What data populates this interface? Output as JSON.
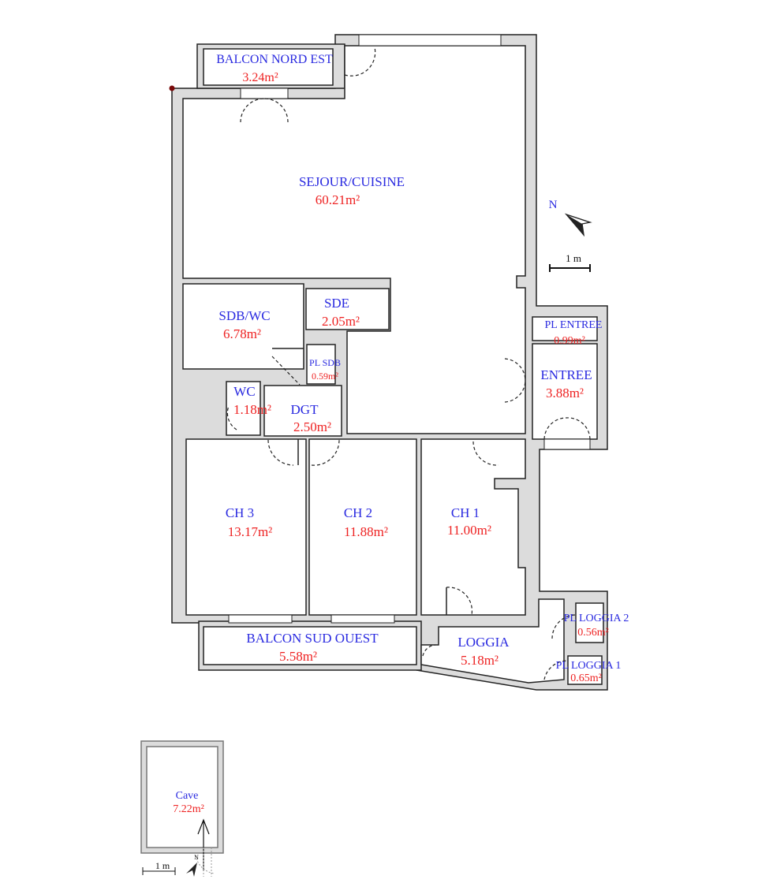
{
  "rooms": {
    "balcon_nord_est": {
      "name": "BALCON NORD EST",
      "area": "3.24m²"
    },
    "sejour": {
      "name": "SEJOUR/CUISINE",
      "area": "60.21m²"
    },
    "sdb_wc": {
      "name": "SDB/WC",
      "area": "6.78m²"
    },
    "sde": {
      "name": "SDE",
      "area": "2.05m²"
    },
    "pl_sdb": {
      "name": "PL SDB",
      "area": "0.59m²"
    },
    "wc": {
      "name": "WC",
      "area": "1.18m²"
    },
    "dgt": {
      "name": "DGT",
      "area": "2.50m²"
    },
    "pl_entree": {
      "name": "PL ENTREE",
      "area": "0.99m²"
    },
    "entree": {
      "name": "ENTREE",
      "area": "3.88m²"
    },
    "ch3": {
      "name": "CH 3",
      "area": "13.17m²"
    },
    "ch2": {
      "name": "CH 2",
      "area": "11.88m²"
    },
    "ch1": {
      "name": "CH 1",
      "area": "11.00m²"
    },
    "balcon_sud_ouest": {
      "name": "BALCON SUD OUEST",
      "area": "5.58m²"
    },
    "loggia": {
      "name": "LOGGIA",
      "area": "5.18m²"
    },
    "pl_loggia_2": {
      "name": "PL LOGGIA 2",
      "area": "0.56m²"
    },
    "pl_loggia_1": {
      "name": "PL LOGGIA 1",
      "area": "0.65m²"
    },
    "cave": {
      "name": "Cave",
      "area": "7.22m²"
    }
  },
  "compass": {
    "label": "N"
  },
  "scale": {
    "label": "1 m"
  },
  "cave_compass": {
    "label": "N"
  },
  "cave_scale": {
    "label": "1 m"
  },
  "colors": {
    "name": "#2a2ae0",
    "area": "#ee2222",
    "wall": "#dcdcdc"
  }
}
